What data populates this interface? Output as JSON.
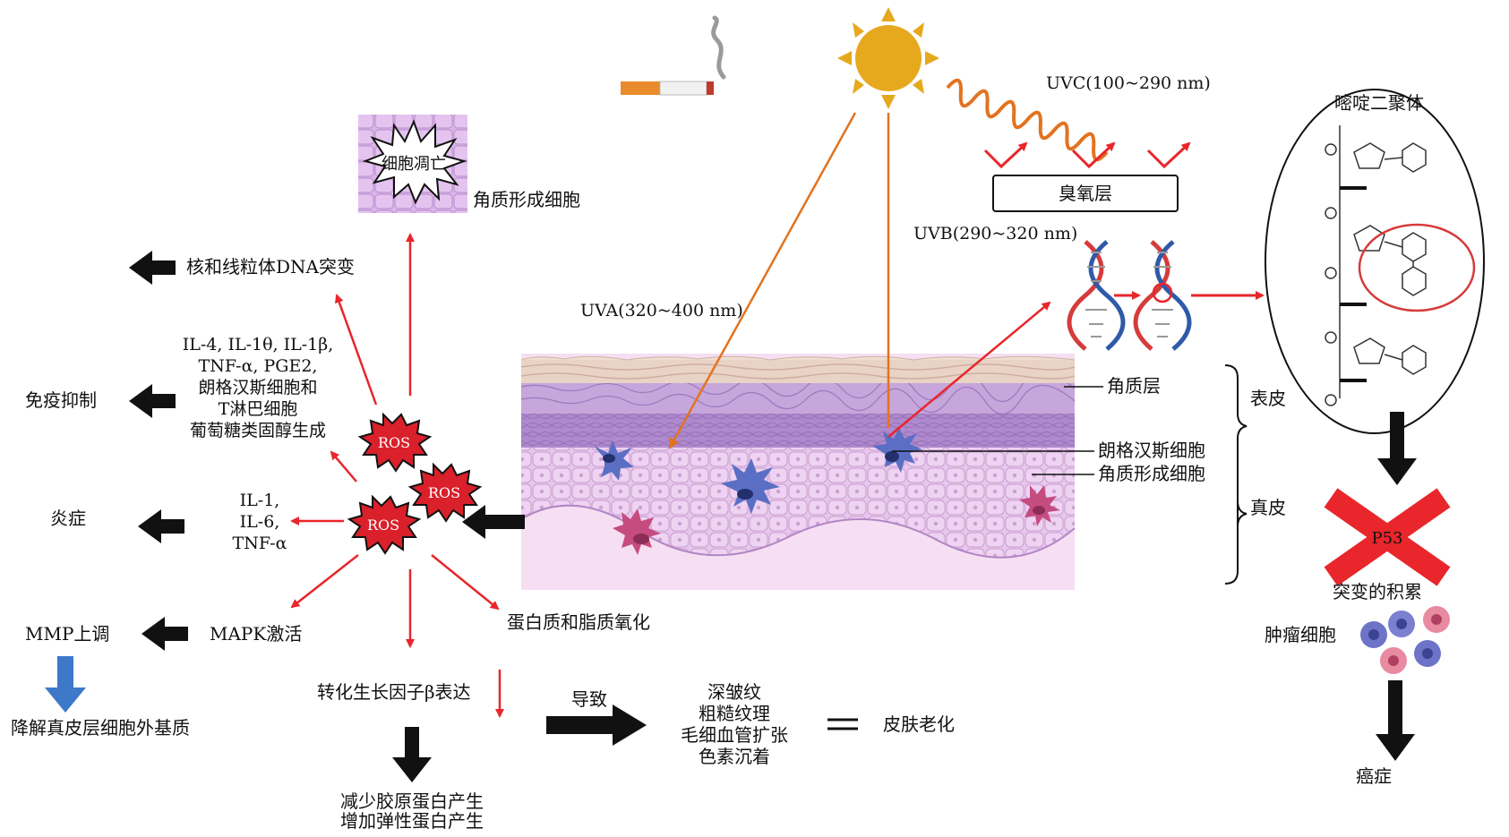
{
  "source_labels": {
    "uvc": "UVC(100~290 nm)",
    "uvb": "UVB(290~320 nm)",
    "uva": "UVA(320~400 nm)",
    "ozone": "臭氧层"
  },
  "skin_labels": {
    "stratum_corneum": "角质层",
    "langerhans": "朗格汉斯细胞",
    "keratinocyte": "角质形成细胞",
    "epidermis": "表皮",
    "dermis": "真皮"
  },
  "ros": [
    "ROS",
    "ROS",
    "ROS"
  ],
  "apoptosis": {
    "burst": "细胞凋亡",
    "caption": "角质形成细胞"
  },
  "left_effects": {
    "dna_mutation": "核和线粒体DNA突变",
    "immune_causes": [
      "IL-4, IL-1θ, IL-1β,",
      "TNF-α, PGE2,",
      "朗格汉斯细胞和",
      "T淋巴细胞",
      "葡萄糖类固醇生成"
    ],
    "immune_suppression": "免疫抑制",
    "inflammation_causes": [
      "IL-1,",
      "IL-6,",
      "TNF-α"
    ],
    "inflammation": "炎症",
    "mapk": "MAPK激活",
    "mmp": "MMP上调",
    "ecm": "降解真皮层细胞外基质",
    "oxidation": "蛋白质和脂质氧化",
    "tgf": "转化生长因子β表达",
    "collagen": [
      "减少胶原蛋白产生",
      "增加弹性蛋白产生"
    ]
  },
  "aging": {
    "leads_to": "导致",
    "signs": [
      "深皱纹",
      "粗糙纹理",
      "毛细血管扩张",
      "色素沉着"
    ],
    "result": "皮肤老化"
  },
  "right_pathway": {
    "dimer": "嘧啶二聚体",
    "p53": "P53",
    "accumulation": "突变的积累",
    "tumor": "肿瘤细胞",
    "cancer": "癌症"
  },
  "colors": {
    "red_arrow": "#e8262b",
    "orange_ray": "#e2731f",
    "sun": "#e6a91e",
    "skin_top": "#e8cfc4",
    "skin_purple": "#b28ad0",
    "skin_body": "#e6c2ea",
    "blue_arrow": "#3d78c9",
    "dna_red": "#d53b3b",
    "dna_blue": "#2f5aa8"
  }
}
